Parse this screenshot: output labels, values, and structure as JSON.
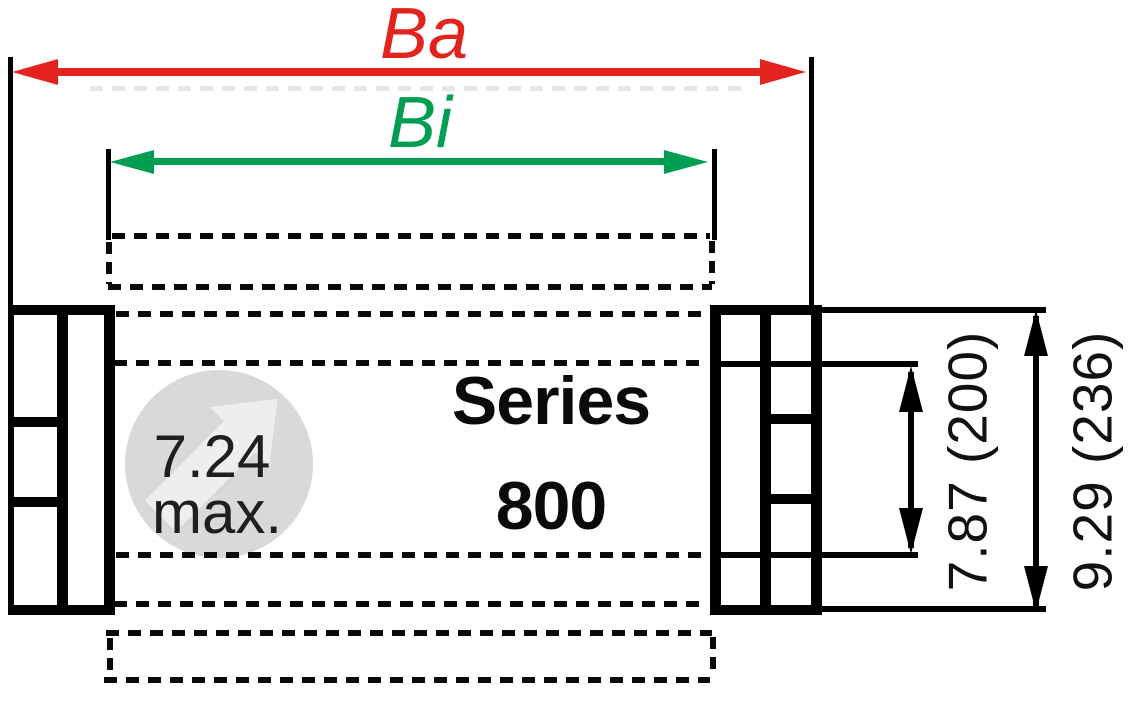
{
  "labels": {
    "series_line1": "Series",
    "series_line2": "800"
  },
  "watermark": {
    "value": "7.24",
    "qualifier": "max."
  },
  "dimensions": {
    "outer_width": {
      "label": "Ba",
      "color": "#e2231e"
    },
    "inner_width": {
      "label": "Bi",
      "color": "#009e52"
    },
    "inner_height": {
      "label": "7.87 (200)",
      "color": "#000000"
    },
    "outer_height": {
      "label": "9.29 (236)",
      "color": "#000000"
    }
  },
  "colors": {
    "stroke": "#000000",
    "watermark_circle": "#d7d9da",
    "background": "#ffffff"
  }
}
